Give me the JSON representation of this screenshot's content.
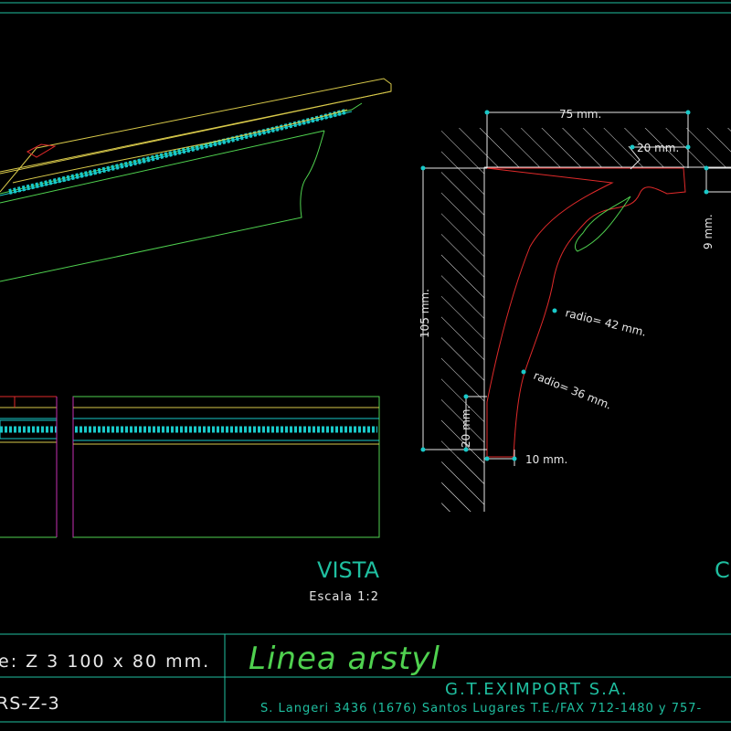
{
  "colors": {
    "background": "#000000",
    "frame": "#1fbfa0",
    "green": "#4fd14f",
    "cyan": "#19c9c9",
    "red": "#e02a2a",
    "yellow": "#d8c94a",
    "magenta": "#c62fb4",
    "white": "#e8e8e8",
    "hatch": "#dcdcdc"
  },
  "dimensions": {
    "width_top": "75 mm.",
    "top_offset": "20 mm.",
    "right_offset": "9 mm.",
    "height_total": "105 mm.",
    "bottom_height": "20 mm.",
    "bottom_offset": "10 mm.",
    "radius_upper": "radio= 42 mm.",
    "radius_lower": "radio= 36 mm."
  },
  "view": {
    "title": "VISTA",
    "scale": "Escala 1:2",
    "section_title_partial": "C"
  },
  "title_block": {
    "model": "e: Z 3 100 x 80 mm.",
    "code": "RS-Z-3",
    "product_line": "Linea  arstyl",
    "company": "G.T.EXIMPORT S.A.",
    "address": "S. Langeri 3436 (1676) Santos Lugares T.E./FAX 712-1480 y 757-"
  }
}
